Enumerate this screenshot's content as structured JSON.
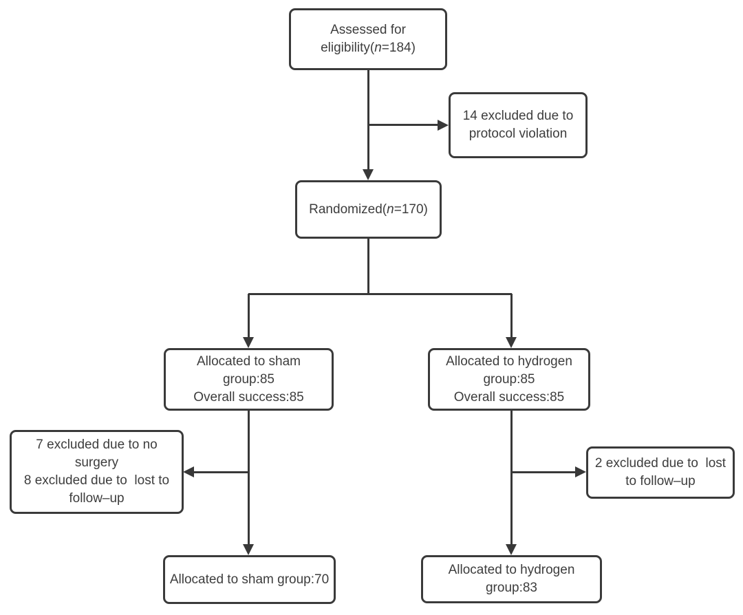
{
  "colors": {
    "background": "#ffffff",
    "line": "#383838",
    "box_border": "#3a3a3a",
    "text": "#3d3d3d"
  },
  "nodes": {
    "assessed": {
      "lines": [
        "Assessed for"
      ],
      "line2_pre": "eligibility(",
      "n_italic": "n",
      "line2_post": "=184)"
    },
    "excluded_protocol": {
      "lines": [
        "14 excluded due to",
        "protocol violation"
      ]
    },
    "randomized": {
      "line1_pre": "Randomized(",
      "n_italic": "n",
      "line1_post": "=170)"
    },
    "alloc_sham": {
      "lines": [
        "Allocated to sham",
        "group:85",
        "Overall success:85"
      ]
    },
    "alloc_hydrogen": {
      "lines": [
        "Allocated to hydrogen",
        "group:85",
        "Overall success:85"
      ]
    },
    "excluded_sham": {
      "lines": [
        "7 excluded due to no",
        "surgery",
        "8 excluded due to  lost to",
        "follow–up"
      ]
    },
    "excluded_hydrogen": {
      "lines": [
        "2 excluded due to  lost",
        "to follow–up"
      ]
    },
    "final_sham": {
      "lines": [
        "Allocated to sham group:70"
      ]
    },
    "final_hydrogen": {
      "lines": [
        "Allocated to hydrogen",
        "group:83"
      ]
    }
  }
}
